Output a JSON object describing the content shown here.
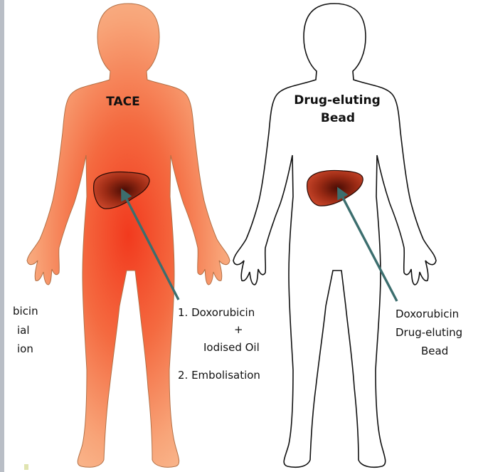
{
  "figure": {
    "left_title": "TACE",
    "right_title_line1": "Drug-eluting",
    "right_title_line2": "Bead",
    "left_callout": {
      "line1": "1. Doxorubicin",
      "line2": "+",
      "line3": "Iodised Oil",
      "line4": "2. Embolisation"
    },
    "right_callout": {
      "line1": "Doxorubicin",
      "line2": "Drug-eluting",
      "line3": "Bead"
    },
    "cropped_left_text": {
      "line1": "bicin",
      "line2": "ial",
      "line3": "ion"
    }
  },
  "colors": {
    "left_body_light": "#fbd2a8",
    "left_body_mid": "#f58c62",
    "left_body_core": "#f23a1e",
    "liver_dark": "#7a1b0a",
    "liver_light": "#c8402a",
    "arrow": "#3c6e6e",
    "outline": "#111111"
  },
  "icons": {
    "left_figure": "human-silhouette-filled",
    "right_figure": "human-silhouette-outline",
    "liver": "liver-organ",
    "arrow": "pointer-arrow"
  }
}
